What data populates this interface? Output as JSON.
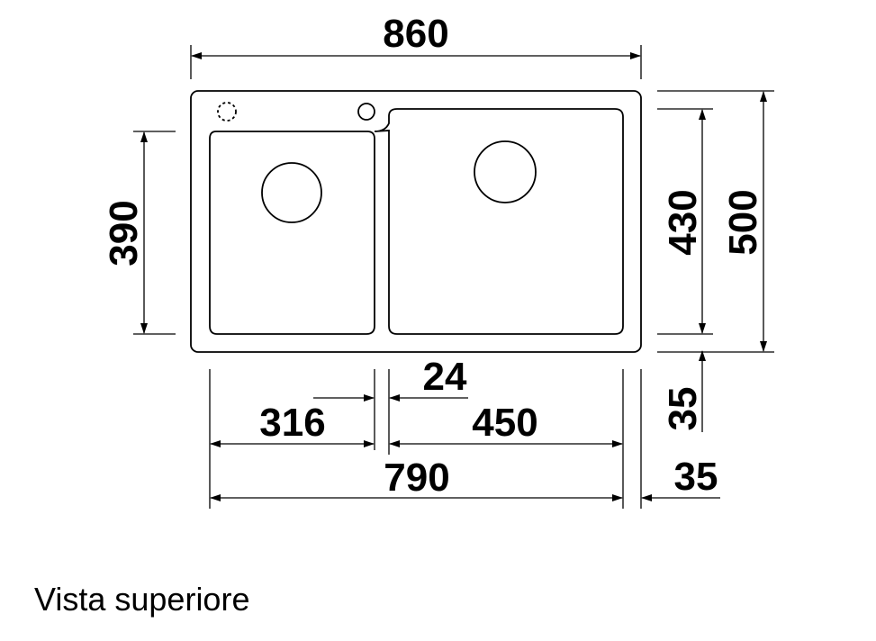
{
  "dimensions": {
    "total_width": "860",
    "total_depth": "500",
    "small_bowl_depth": "390",
    "large_bowl_depth": "430",
    "front_margin": "35",
    "side_margin": "35",
    "small_bowl_width": "316",
    "divider_width": "24",
    "large_bowl_width": "450",
    "bowls_total_width": "790"
  },
  "caption": "Vista superiore",
  "colors": {
    "line": "#000000",
    "background": "#ffffff"
  }
}
